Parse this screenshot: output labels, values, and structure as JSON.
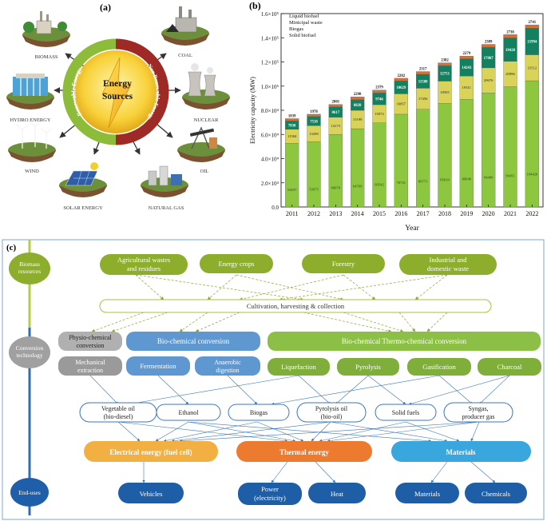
{
  "panel_a": {
    "label": "(a)",
    "center": [
      "Energy",
      "Sources"
    ],
    "renewable_label": "Renewable Energy",
    "nonrenewable_label": "Non Renewable Energy",
    "sources": [
      "BIOMASS",
      "COAL",
      "HYDRO ENERGY",
      "NUCLEAR",
      "WIND",
      "OIL",
      "SOLAR ENERGY",
      "NATURAL GAS"
    ]
  },
  "panel_b": {
    "label": "(b)",
    "legend": [
      "Liquid biofuel",
      "Minicipal waste",
      "Biogas",
      "Solid biofuel"
    ]
  },
  "chart_data": {
    "type": "bar",
    "stacked": true,
    "xlabel": "Year",
    "ylabel": "Electricity capacity (MW)",
    "ylim": [
      0,
      160000
    ],
    "yticks": [
      "0.0",
      "2.0×10⁴",
      "4.0×10⁴",
      "6.0×10⁴",
      "8.0×10⁴",
      "1.0×10⁵",
      "1.2×10⁵",
      "1.4×10⁵",
      "1.6×10⁵"
    ],
    "categories": [
      "2011",
      "2012",
      "2013",
      "2014",
      "2015",
      "2016",
      "2017",
      "2018",
      "2019",
      "2020",
      "2021",
      "2022"
    ],
    "series": [
      {
        "name": "Solid biofuel",
        "values": [
          52637,
          53975,
          60070,
          64769,
          69542,
          76741,
          80771,
          85619,
          89048,
          94409,
          99451,
          104420
        ],
        "labels": [
          "52637",
          "53975",
          "60070",
          "64769",
          "69542",
          "76741",
          "80771",
          "85619",
          "89048",
          "94409",
          "99451",
          "104420"
        ],
        "color": "#8dc63f"
      },
      {
        "name": "Biogas",
        "values": [
          11584,
          13290,
          14173,
          15199,
          15072,
          16857,
          17456,
          18505,
          19311,
          20676,
          20996,
          21512
        ],
        "labels": [
          "11584",
          "13290",
          "14173",
          "15199",
          "15072",
          "16857",
          "17456",
          "18505",
          "19311",
          "20676",
          "20996",
          "21512"
        ],
        "color": "#d9d35a"
      },
      {
        "name": "Minicipal waste",
        "values": [
          7038,
          7510,
          8617,
          8828,
          9746,
          10629,
          11508,
          12751,
          14243,
          17067,
          19428,
          21994
        ],
        "labels": [
          "7038",
          "7510",
          "8617",
          "8828",
          "9746",
          "10629",
          "11508",
          "12751",
          "14243",
          "17067",
          "19428",
          "21994"
        ],
        "color": "#138060"
      },
      {
        "name": "Liquid biofuel",
        "values": [
          1839,
          1978,
          2001,
          2298,
          2379,
          2282,
          2317,
          2382,
          2279,
          2389,
          2738,
          2741
        ],
        "labels": [
          "1839",
          "1978",
          "2001",
          "2298",
          "2379",
          "2282",
          "2317",
          "2382",
          "2279",
          "2389",
          "2738",
          "2741"
        ],
        "color": "#d4703a"
      }
    ]
  },
  "panel_c": {
    "label": "(c)",
    "stages": [
      "Biomass resources",
      "Conversion technology",
      "End-uses"
    ],
    "resources": [
      "Agricultural wastes and residues",
      "Energy crops",
      "Forestry",
      "Industrial and domestic waste"
    ],
    "collection": "Cultivation, harvesting & collection",
    "conversion_main": [
      "Physio-chemical conversion",
      "Bio-chemical conversion",
      "Bio-chemical Thermo-chemical conversion"
    ],
    "processes": [
      "Mechanical extraction",
      "Fermentation",
      "Anaerobic digestion",
      "Liquefaction",
      "Pyrolysis",
      "Gasification",
      "Charcoal"
    ],
    "products": [
      "Vegetable oil (bio-diesel)",
      "Ethanol",
      "Biogas",
      "Pyrolysis oil (bio-oil)",
      "Solid fuels",
      "Syngas, producer gas"
    ],
    "energy": [
      "Electrical energy (fuel cell)",
      "Thermal energy",
      "Materials"
    ],
    "end_uses": [
      "Vehicles",
      "Power (electricity)",
      "Heat",
      "Materials",
      "Chemicals"
    ]
  }
}
